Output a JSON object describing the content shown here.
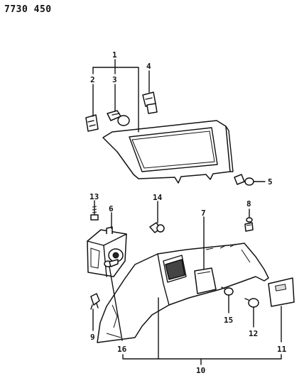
{
  "header": {
    "code": "7730 450"
  },
  "callouts": {
    "c1": "1",
    "c2": "2",
    "c3": "3",
    "c4": "4",
    "c5": "5",
    "c6": "6",
    "c7": "7",
    "c8": "8",
    "c9": "9",
    "c10": "10",
    "c11": "11",
    "c12": "12",
    "c13": "13",
    "c14": "14",
    "c15": "15",
    "c16": "16"
  }
}
